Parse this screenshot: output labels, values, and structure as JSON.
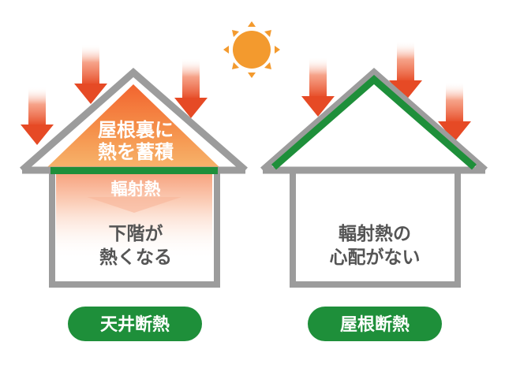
{
  "left_house": {
    "attic_text": [
      "屋根裏に",
      "熱を蓄積"
    ],
    "radiant_label": "輻射熱",
    "body_text": [
      "下階が",
      "熱くなる"
    ],
    "badge": "天井断熱"
  },
  "right_house": {
    "body_text": [
      "輻射熱の",
      "心配がない"
    ],
    "badge": "屋根断熱"
  },
  "colors": {
    "wall": "#9c9c9c",
    "insulation_green": "#1e8f3a",
    "badge_green": "#1e8f3a",
    "attic_orange": "#f5a14f",
    "arrow_red": "#ea5a33",
    "sun": "#f39a2e"
  }
}
